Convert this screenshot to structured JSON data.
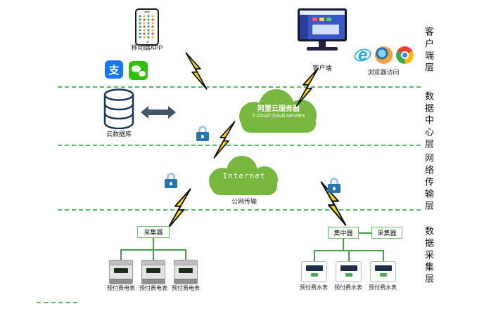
{
  "layers": {
    "client": {
      "label": "客户端层"
    },
    "data_center": {
      "label": "数据中心层"
    },
    "network": {
      "label": "网络传输层"
    },
    "collection": {
      "label": "数据采集层"
    }
  },
  "client_layer": {
    "mobile_app_label": "移动端APP",
    "alipay_glyph": "支",
    "client_label": "客户端",
    "browser_label": "浏览器访问",
    "ie_glyph": "e"
  },
  "data_center": {
    "cloud_db_label": "云数据库",
    "ali_cloud_title": "阿里云服务器",
    "ali_cloud_subtitle": "li cloud  cloud servers"
  },
  "network": {
    "internet_label": "Internet",
    "public_transmission_label": "公网传输"
  },
  "collection": {
    "collector_left": "采集器",
    "concentrator": "集中器",
    "collector_right": "采集器",
    "electric_meters": [
      "预付费电表",
      "预付费电表",
      "预付费电表"
    ],
    "water_meters": [
      "预付费水表",
      "预付费水表",
      "预付费水表"
    ]
  },
  "colors": {
    "cloud_green": "#76b83e",
    "connector_green": "#43a047",
    "dashed_green": "#58b96b",
    "bolt_yellow": "#ffd800",
    "lock_blue": "#2475b0",
    "alipay_blue": "#1677ff",
    "wechat_green": "#2dc100",
    "arrow_gray": "#44546a"
  }
}
